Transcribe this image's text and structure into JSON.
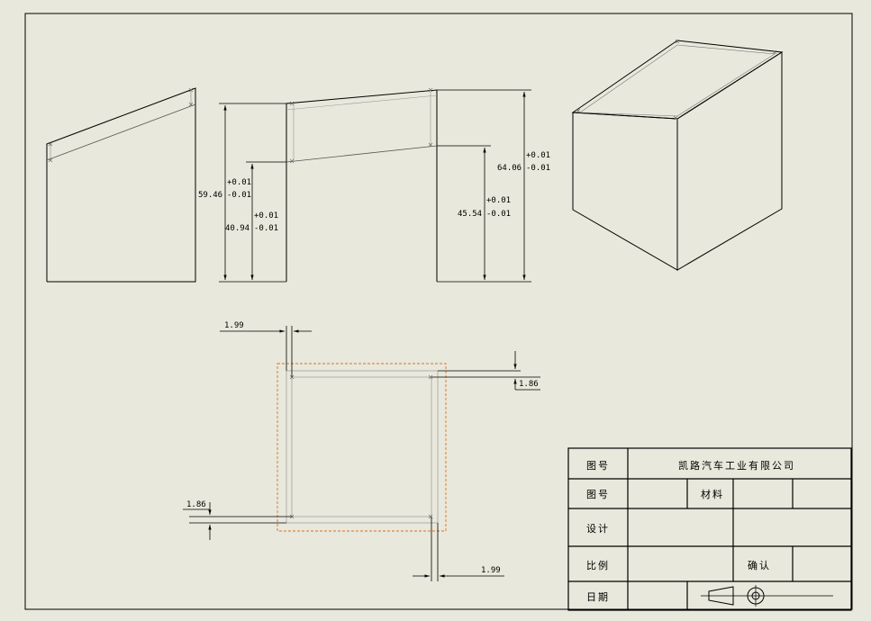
{
  "dimensions": {
    "front_left": {
      "value": "59.46",
      "tol_plus": "+0.01",
      "tol_minus": "-0.01"
    },
    "front_inner_left": {
      "value": "40.94",
      "tol_plus": "+0.01",
      "tol_minus": "-0.01"
    },
    "front_inner_right": {
      "value": "45.54",
      "tol_plus": "+0.01",
      "tol_minus": "-0.01"
    },
    "front_right": {
      "value": "64.06",
      "tol_plus": "+0.01",
      "tol_minus": "-0.01"
    },
    "top_left_thickness": "1.99",
    "top_right_thickness": "1.86",
    "bottom_left_thickness": "1.86",
    "bottom_right_thickness": "1.99"
  },
  "title_block": {
    "label_drawing_no_1": "图号",
    "company": "凯路汽车工业有限公司",
    "label_drawing_no_2": "图号",
    "label_material": "材料",
    "label_design": "设计",
    "label_scale": "比例",
    "label_confirm": "确认",
    "label_date": "日期"
  },
  "colors": {
    "background": "#e8e8dc",
    "line": "#000000",
    "construction": "#808080",
    "highlight_box": "#e07020"
  }
}
